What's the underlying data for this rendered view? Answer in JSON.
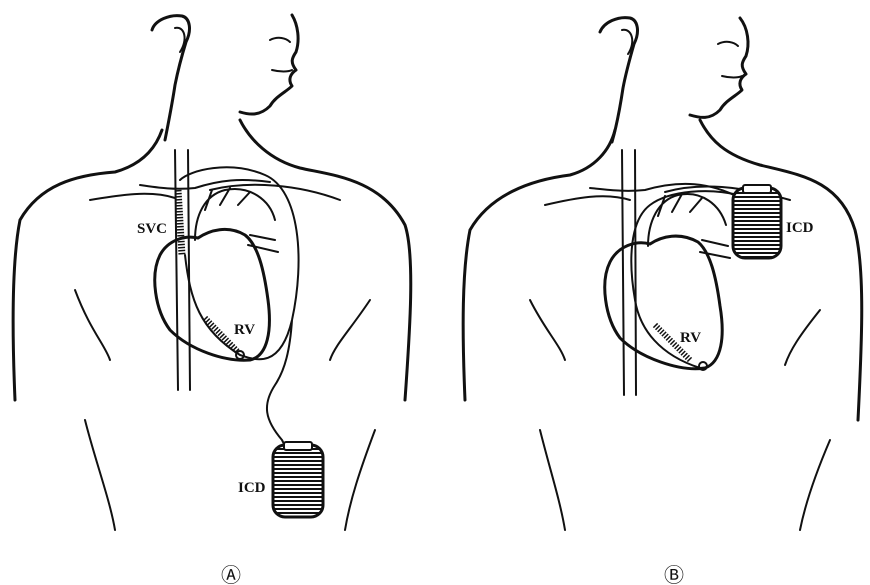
{
  "panel_a": {
    "svc_label": "SVC",
    "rv_label": "RV",
    "icd_label": "ICD",
    "panel_label": "Ⓐ"
  },
  "panel_b": {
    "rv_label": "RV",
    "icd_label": "ICD",
    "panel_label": "Ⓑ"
  }
}
